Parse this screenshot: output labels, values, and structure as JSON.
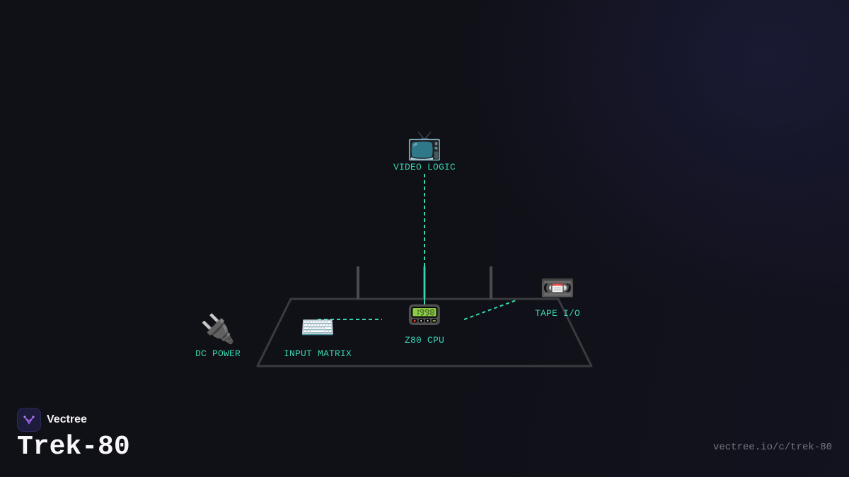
{
  "brand": {
    "name": "Vectree",
    "logo_icon": "vectree-logo-icon"
  },
  "project": {
    "title": "Trek-80",
    "url": "vectree.io/c/trek-80"
  },
  "colors": {
    "background": "#101017",
    "accent": "#37d6b0",
    "board_outline": "#3a3a40"
  },
  "nodes": {
    "video_logic": {
      "label": "VIDEO LOGIC",
      "icon": "📺",
      "icon_name": "television-icon"
    },
    "z80_cpu": {
      "label": "Z80 CPU",
      "icon": "📟",
      "icon_name": "pager-icon"
    },
    "input_matrix": {
      "label": "INPUT MATRIX",
      "icon": "⌨️",
      "icon_name": "keyboard-icon"
    },
    "tape_io": {
      "label": "TAPE I/O",
      "icon": "📼",
      "icon_name": "videocassette-icon"
    },
    "dc_power": {
      "label": "DC POWER",
      "icon": "🔌",
      "icon_name": "electric-plug-icon"
    }
  }
}
